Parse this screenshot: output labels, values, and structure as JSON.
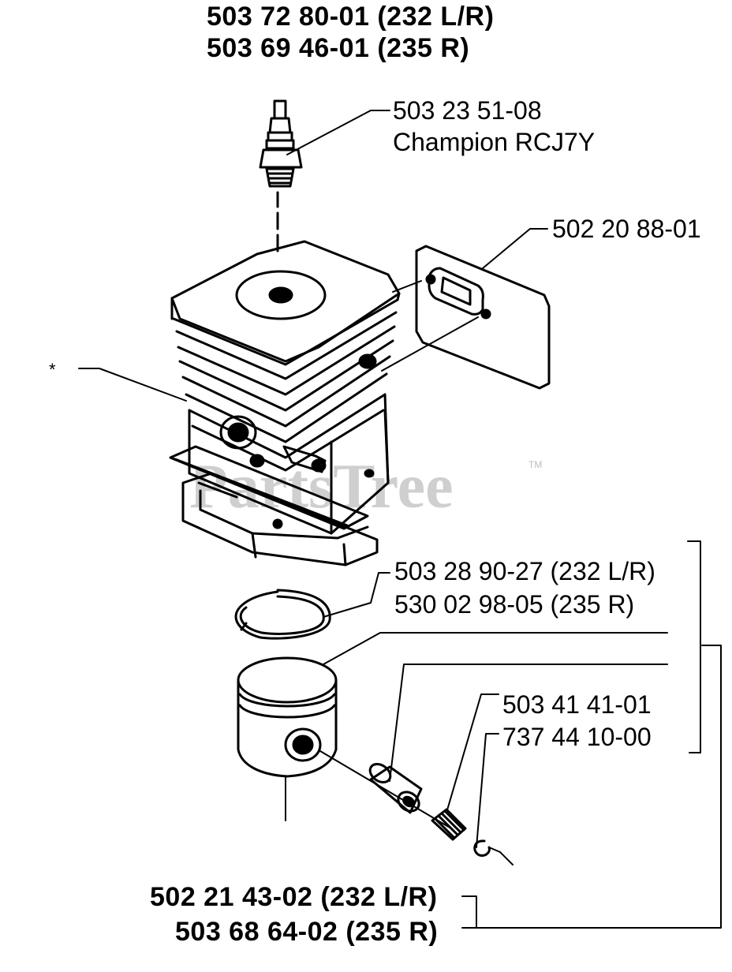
{
  "header": {
    "line1": "503 72 80-01 (232 L/R)",
    "line2": "503 69 46-01 (235 R)"
  },
  "spark_plug": {
    "part": "503 23 51-08",
    "desc": "Champion RCJ7Y"
  },
  "gasket": {
    "part": "502 20 88-01"
  },
  "star": "*",
  "piston_ring": {
    "part1": "503 28 90-27 (232 L/R)",
    "part2": "530 02 98-05 (235 R)"
  },
  "bearing": {
    "part1": "503 41 41-01",
    "part2": "737 44 10-00"
  },
  "piston": {
    "part1": "502 21 43-02 (232 L/R)",
    "part2": "503 68 64-02 (235 R)"
  },
  "watermark": {
    "text": "PartsTree",
    "tm": "TM"
  }
}
